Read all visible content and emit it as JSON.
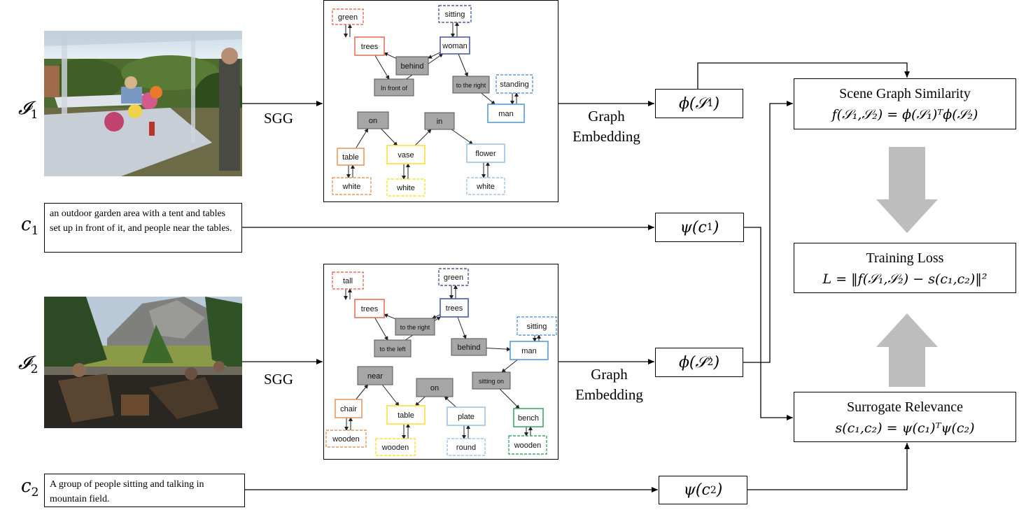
{
  "inputs": {
    "i1": {
      "sym": "𝓘",
      "sub": "1"
    },
    "i2": {
      "sym": "𝓘",
      "sub": "2"
    },
    "c1": {
      "sym": "c",
      "sub": "1"
    },
    "c2": {
      "sym": "c",
      "sub": "2"
    }
  },
  "captions": {
    "c1_text": "an outdoor garden area with a tent and tables set up in front of it, and people near the tables.",
    "c2_text": "A group of people sitting and talking in mountain field."
  },
  "labels": {
    "sgg": "SGG",
    "graph_embedding_line1": "Graph",
    "graph_embedding_line2": "Embedding"
  },
  "embeddings": {
    "phi_s1": {
      "fn": "ϕ(𝒮",
      "sub": "1",
      "close": ")"
    },
    "phi_s2": {
      "fn": "ϕ(𝒮",
      "sub": "2",
      "close": ")"
    },
    "psi_c1": {
      "fn": "ψ(c",
      "sub": "1",
      "close": ")"
    },
    "psi_c2": {
      "fn": "ψ(c",
      "sub": "2",
      "close": ")"
    }
  },
  "outputs": {
    "similarity_title": "Scene Graph Similarity",
    "similarity_formula": "f(𝒮₁,𝒮₂) = ϕ(𝒮₁)ᵀϕ(𝒮₂)",
    "loss_title": "Training Loss",
    "loss_formula": "L = ‖f(𝒮₁,𝒮₂) − s(c₁,c₂)‖²",
    "relevance_title": "Surrogate Relevance",
    "relevance_formula": "s(c₁,c₂) = ψ(c₁)ᵀψ(c₂)"
  },
  "colors": {
    "arrow_gray": "#b8b8b8",
    "relation_fill": "#a6a6a6",
    "red": "#e8705a",
    "blue_dark": "#4a5e9e",
    "blue_mid": "#5b9bd5",
    "blue_light": "#9dc3e6",
    "orange": "#e49a62",
    "yellow": "#ffe033",
    "green": "#3fa867"
  },
  "scene_graph_1": {
    "nodes": [
      {
        "id": "green",
        "label": "green",
        "kind": "attr",
        "color": "red"
      },
      {
        "id": "trees",
        "label": "trees",
        "kind": "obj",
        "color": "red"
      },
      {
        "id": "sitting",
        "label": "sitting",
        "kind": "attr",
        "color": "blue_dark"
      },
      {
        "id": "woman",
        "label": "woman",
        "kind": "obj",
        "color": "blue_dark"
      },
      {
        "id": "behind",
        "label": "behind",
        "kind": "rel"
      },
      {
        "id": "infrontof",
        "label": "In front of",
        "kind": "rel"
      },
      {
        "id": "totheright",
        "label": "to the right",
        "kind": "rel"
      },
      {
        "id": "standing",
        "label": "standing",
        "kind": "attr",
        "color": "blue_mid"
      },
      {
        "id": "man",
        "label": "man",
        "kind": "obj",
        "color": "blue_mid"
      },
      {
        "id": "on",
        "label": "on",
        "kind": "rel"
      },
      {
        "id": "in",
        "label": "in",
        "kind": "rel"
      },
      {
        "id": "table",
        "label": "table",
        "kind": "obj",
        "color": "orange"
      },
      {
        "id": "vase",
        "label": "vase",
        "kind": "obj",
        "color": "yellow"
      },
      {
        "id": "flower",
        "label": "flower",
        "kind": "obj",
        "color": "blue_light"
      },
      {
        "id": "white1",
        "label": "white",
        "kind": "attr",
        "color": "orange"
      },
      {
        "id": "white2",
        "label": "white",
        "kind": "attr",
        "color": "yellow"
      },
      {
        "id": "white3",
        "label": "white",
        "kind": "attr",
        "color": "blue_light"
      }
    ]
  },
  "scene_graph_2": {
    "nodes": [
      {
        "id": "tall",
        "label": "tall",
        "kind": "attr",
        "color": "red"
      },
      {
        "id": "trees1",
        "label": "trees",
        "kind": "obj",
        "color": "red"
      },
      {
        "id": "green",
        "label": "green",
        "kind": "attr",
        "color": "blue_dark"
      },
      {
        "id": "trees2",
        "label": "trees",
        "kind": "obj",
        "color": "blue_dark"
      },
      {
        "id": "totheright",
        "label": "to the right",
        "kind": "rel"
      },
      {
        "id": "totheleft",
        "label": "to the left",
        "kind": "rel"
      },
      {
        "id": "behind",
        "label": "behind",
        "kind": "rel"
      },
      {
        "id": "sitting",
        "label": "sitting",
        "kind": "attr",
        "color": "blue_mid"
      },
      {
        "id": "man",
        "label": "man",
        "kind": "obj",
        "color": "blue_mid"
      },
      {
        "id": "near",
        "label": "near",
        "kind": "rel"
      },
      {
        "id": "on",
        "label": "on",
        "kind": "rel"
      },
      {
        "id": "sittingon",
        "label": "sitting on",
        "kind": "rel"
      },
      {
        "id": "chair",
        "label": "chair",
        "kind": "obj",
        "color": "orange"
      },
      {
        "id": "table",
        "label": "table",
        "kind": "obj",
        "color": "yellow"
      },
      {
        "id": "plate",
        "label": "plate",
        "kind": "obj",
        "color": "blue_light"
      },
      {
        "id": "bench",
        "label": "bench",
        "kind": "obj",
        "color": "green"
      },
      {
        "id": "wooden1",
        "label": "wooden",
        "kind": "attr",
        "color": "orange"
      },
      {
        "id": "wooden2",
        "label": "wooden",
        "kind": "attr",
        "color": "yellow"
      },
      {
        "id": "round",
        "label": "round",
        "kind": "attr",
        "color": "blue_light"
      },
      {
        "id": "wooden3",
        "label": "wooden",
        "kind": "attr",
        "color": "green"
      }
    ]
  }
}
